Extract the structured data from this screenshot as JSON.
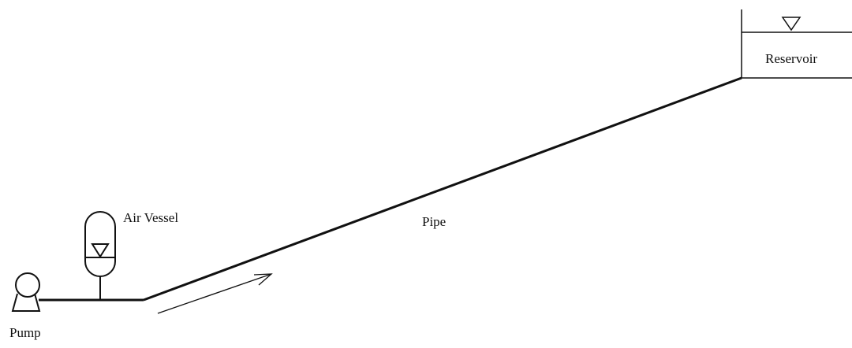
{
  "labels": {
    "reservoir": "Reservoir",
    "air_vessel": "Air Vessel",
    "pipe": "Pipe",
    "pump": "Pump"
  },
  "colors": {
    "line": "#111111",
    "background": "#ffffff"
  }
}
